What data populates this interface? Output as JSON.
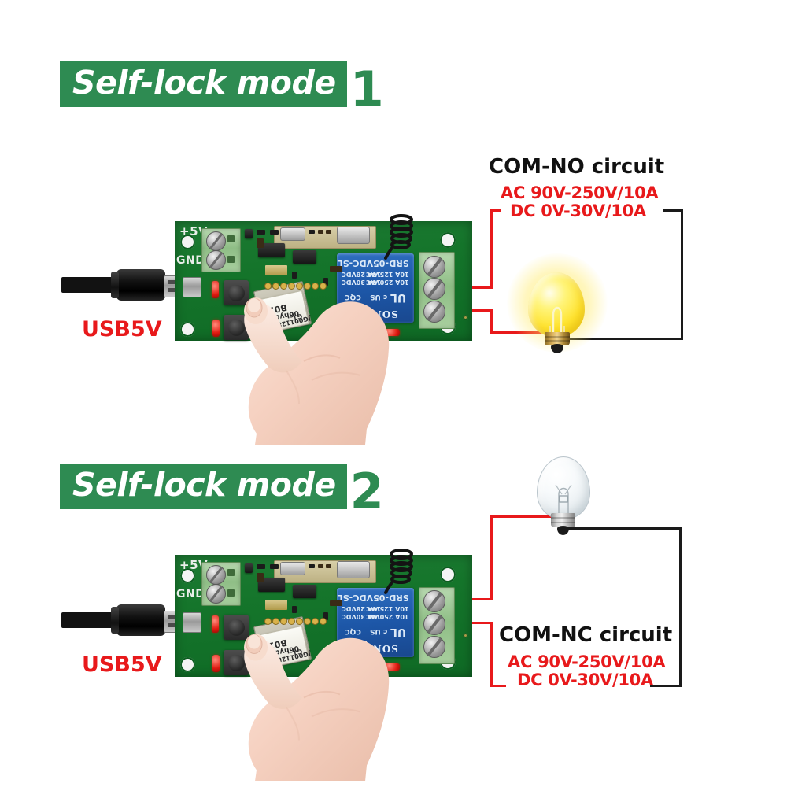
{
  "page": {
    "background": "#ffffff",
    "brand_green": "#2e8b52",
    "accent_red": "#e8191b",
    "wire_black": "#1a1a1a"
  },
  "sections": [
    {
      "id": "mode1",
      "heading_text": "Self-lock mode",
      "heading_number": "1",
      "circuit_title": "COM-NO circuit",
      "spec_ac": "AC 90V-250V/10A",
      "spec_dc": "DC 0V-30V/10A",
      "power_label": "USB5V",
      "lamp_state": "on",
      "board": {
        "silk_vcc": "+5V",
        "silk_gnd": "GND",
        "relay": {
          "model": "SRD-05VDC-SL-C",
          "rating_line1": "10A 250VAC",
          "rating_line2": "10A 125VAC",
          "rating_line3": "10A 30VDC",
          "rating_line4": "10A 28VDC",
          "brand": "SONGLE",
          "cert_ul": "UL",
          "cert_us": "c US",
          "cert_tuv": "CQC"
        },
        "module_label_line1": "B01",
        "module_label_line2": "06hydrc",
        "module_label_line3": "JG001128",
        "module_label_line4": "G1"
      }
    },
    {
      "id": "mode2",
      "heading_text": "Self-lock mode",
      "heading_number": "2",
      "circuit_title": "COM-NC circuit",
      "spec_ac": "AC 90V-250V/10A",
      "spec_dc": "DC 0V-30V/10A",
      "power_label": "USB5V",
      "lamp_state": "off",
      "board": {
        "silk_vcc": "+5V",
        "silk_gnd": "GND",
        "relay": {
          "model": "SRD-05VDC-SL-C",
          "rating_line1": "10A 250VAC",
          "rating_line2": "10A 125VAC",
          "rating_line3": "10A 30VDC",
          "rating_line4": "10A 28VDC",
          "brand": "SONGLE",
          "cert_ul": "UL",
          "cert_us": "c US",
          "cert_tuv": "CQC"
        },
        "module_label_line1": "B01",
        "module_label_line2": "06hydrc",
        "module_label_line3": "JG001128",
        "module_label_line4": "G1"
      }
    }
  ]
}
